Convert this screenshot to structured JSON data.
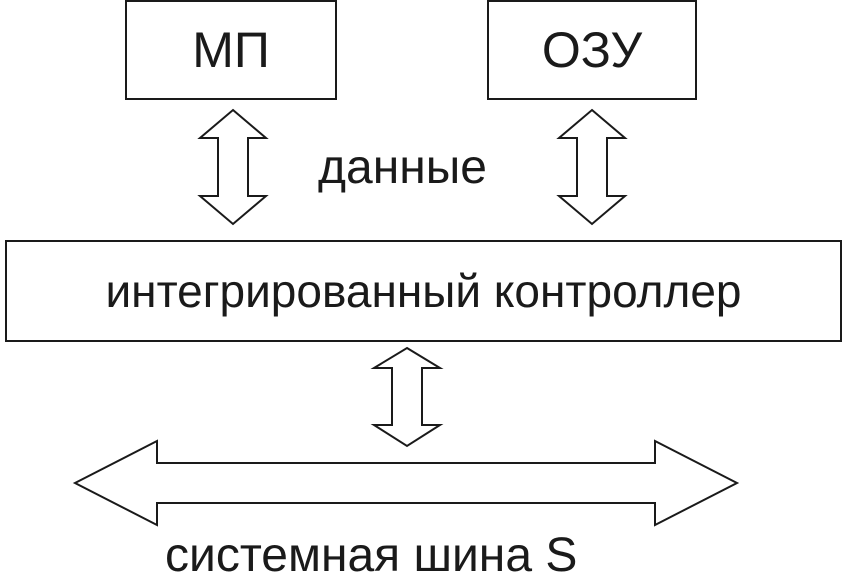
{
  "nodes": {
    "mp": {
      "label": "МП"
    },
    "ozu": {
      "label": "ОЗУ"
    },
    "controller": {
      "label": "интегрированный контроллер"
    }
  },
  "edges": {
    "data_label": "данные",
    "bus_label": "системная шина S"
  },
  "colors": {
    "stroke": "#1a1a1a",
    "fill": "#ffffff"
  }
}
